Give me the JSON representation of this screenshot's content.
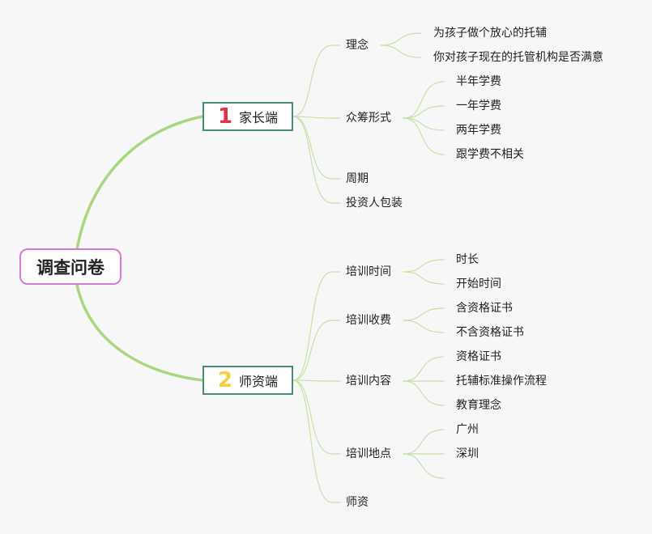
{
  "root": {
    "label": "调查问卷"
  },
  "branches": [
    {
      "number": "1",
      "label": "家长端",
      "children": [
        {
          "label": "理念",
          "children": [
            "为孩子做个放心的托辅",
            "你对孩子现在的托管机构是否满意"
          ]
        },
        {
          "label": "众筹形式",
          "children": [
            "半年学费",
            "一年学费",
            "两年学费",
            "跟学费不相关"
          ]
        },
        {
          "label": "周期",
          "children": []
        },
        {
          "label": "投资人包装",
          "children": []
        }
      ]
    },
    {
      "number": "2",
      "label": "师资端",
      "children": [
        {
          "label": "培训时间",
          "children": [
            "时长",
            "开始时间"
          ]
        },
        {
          "label": "培训收费",
          "children": [
            "含资格证书",
            "不含资格证书"
          ]
        },
        {
          "label": "培训内容",
          "children": [
            "资格证书",
            "托辅标准操作流程",
            "教育理念"
          ]
        },
        {
          "label": "培训地点",
          "children": [
            "广州",
            "深圳",
            ""
          ]
        },
        {
          "label": "师资",
          "children": []
        }
      ]
    }
  ],
  "colors": {
    "root_border": "#d57ad9",
    "branch_border": "#4a8a7a",
    "main_line": "#a9d67f",
    "sub_line": "#c5e0a8",
    "num1": "#e0334a",
    "num2": "#f2cf3c"
  }
}
